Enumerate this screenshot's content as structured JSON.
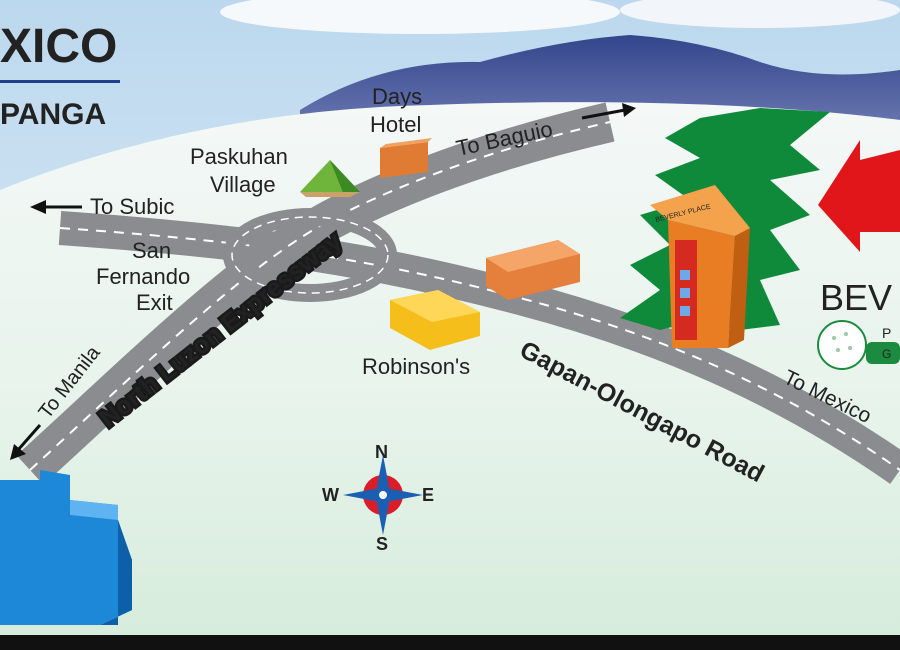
{
  "header": {
    "title_fragment": "XICO",
    "subtitle_fragment": "PANGA"
  },
  "brand": {
    "name_fragment": "BEV",
    "tag_p": "P",
    "tag_g": "G"
  },
  "places": {
    "days_hotel_line1": "Days",
    "days_hotel_line2": "Hotel",
    "paskuhan_line1": "Paskuhan",
    "paskuhan_line2": "Village",
    "exit_line1": "San",
    "exit_line2": "Fernando",
    "exit_line3": "Exit",
    "robinsons": "Robinson's",
    "sign_text": "BEVERLY PLACE"
  },
  "directions": {
    "to_baguio": "To Baguio",
    "to_subic": "To Subic",
    "to_manila": "To Manila",
    "to_mexico": "To Mexico"
  },
  "roads": {
    "expressway": "North Luzon Expressway",
    "gapan": "Gapan-Olongapo Road"
  },
  "compass": {
    "n": "N",
    "s": "S",
    "e": "E",
    "w": "W"
  },
  "colors": {
    "sky": "#cfe3f2",
    "mountain": "#3d4f95",
    "road": "#8a8c90",
    "forest": "#0f8a3a",
    "arrow": "#e0161b",
    "building": "#1e88d8",
    "tower": "#e67a22"
  }
}
